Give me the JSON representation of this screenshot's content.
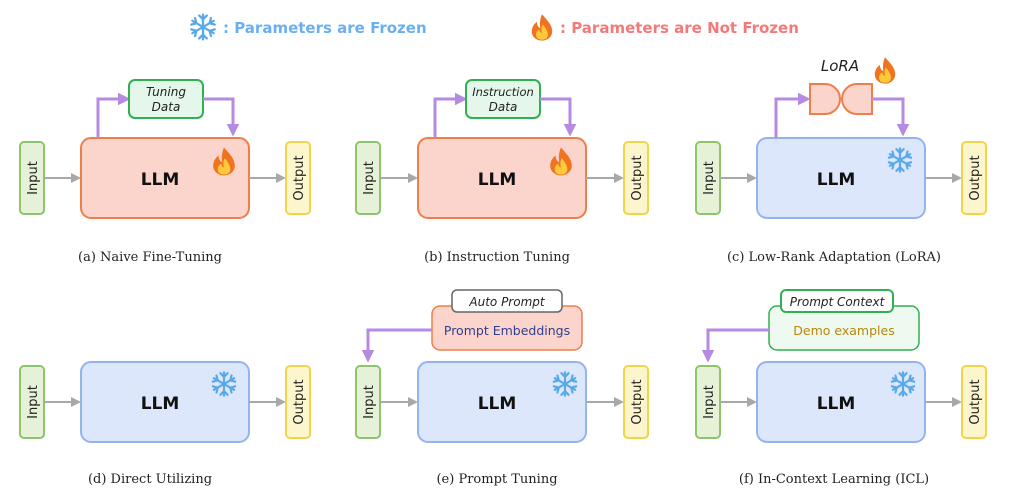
{
  "legend": {
    "frozen_label": ": Parameters are Frozen",
    "not_frozen_label": ": Parameters are Not Frozen",
    "frozen_color": "#6ab0f0",
    "not_frozen_color": "#f47a7a",
    "frozen_icon": "snowflake-icon",
    "not_frozen_icon": "flame-icon"
  },
  "colors": {
    "input_fill": "#e6f2d8",
    "input_stroke": "#8cc56a",
    "output_fill": "#fdf6cc",
    "output_stroke": "#f2d44a",
    "llm_tuned_fill": "#fbd4cc",
    "llm_tuned_stroke": "#ef7e4a",
    "llm_frozen_fill": "#dce7fb",
    "llm_frozen_stroke": "#93b5ee",
    "data_fill": "#e4f7ea",
    "data_stroke": "#30b050",
    "arrow_purple": "#b58ae0",
    "arrow_gray": "#a8a8a8"
  },
  "common": {
    "input_label": "Input",
    "output_label": "Output",
    "llm_label": "LLM"
  },
  "panels": {
    "a": {
      "caption": "(a) Naive Fine-Tuning",
      "data_line1": "Tuning",
      "data_line2": "Data"
    },
    "b": {
      "caption": "(b) Instruction Tuning",
      "data_line1": "Instruction",
      "data_line2": "Data"
    },
    "c": {
      "caption": "(c) Low-Rank Adaptation (LoRA)",
      "lora_label": "LoRA"
    },
    "d": {
      "caption": "(d) Direct Utilizing"
    },
    "e": {
      "caption": "(e) Prompt Tuning",
      "tag": "Auto Prompt",
      "body": "Prompt Embeddings"
    },
    "f": {
      "caption": "(f) In-Context Learning (ICL)",
      "tag": "Prompt Context",
      "body": "Demo examples"
    }
  }
}
